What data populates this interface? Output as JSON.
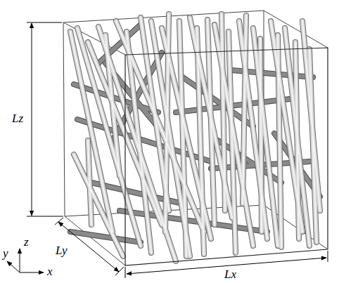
{
  "diagram": {
    "labels": [
      "Lz",
      "Ly",
      "Lx",
      "z",
      "y",
      "x"
    ]
  }
}
